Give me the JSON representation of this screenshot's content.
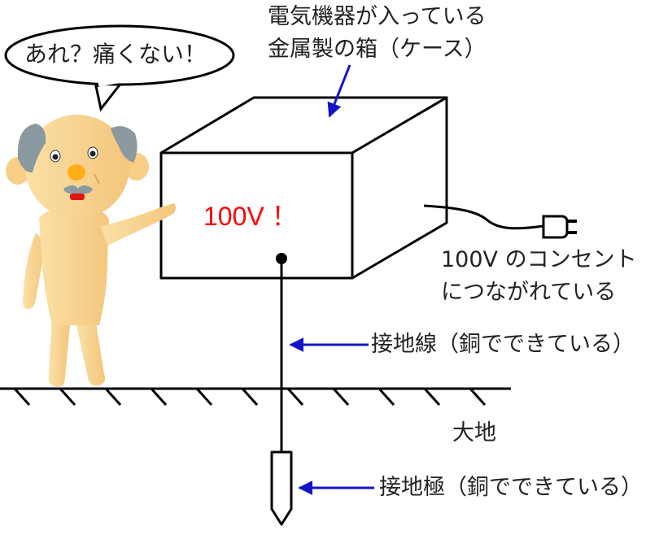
{
  "speech_bubble": {
    "text": "あれ？痛くない！"
  },
  "box_label": {
    "line1": "電気機器が入っている",
    "line2": "金属製の箱（ケース）"
  },
  "voltage_text": "100V ！",
  "outlet_label": {
    "line1": "100V のコンセント",
    "line2": "につながれている"
  },
  "ground_wire_label": "接地線（銅でできている）",
  "earth_label": "大地",
  "ground_rod_label": "接地極（銅でできている）",
  "colors": {
    "arrow": "#1515c8",
    "voltage": "#ff0000",
    "skin": "#f8d48e",
    "hair": "#8b9aa0",
    "nose": "#ffae1a",
    "line": "#000000"
  }
}
